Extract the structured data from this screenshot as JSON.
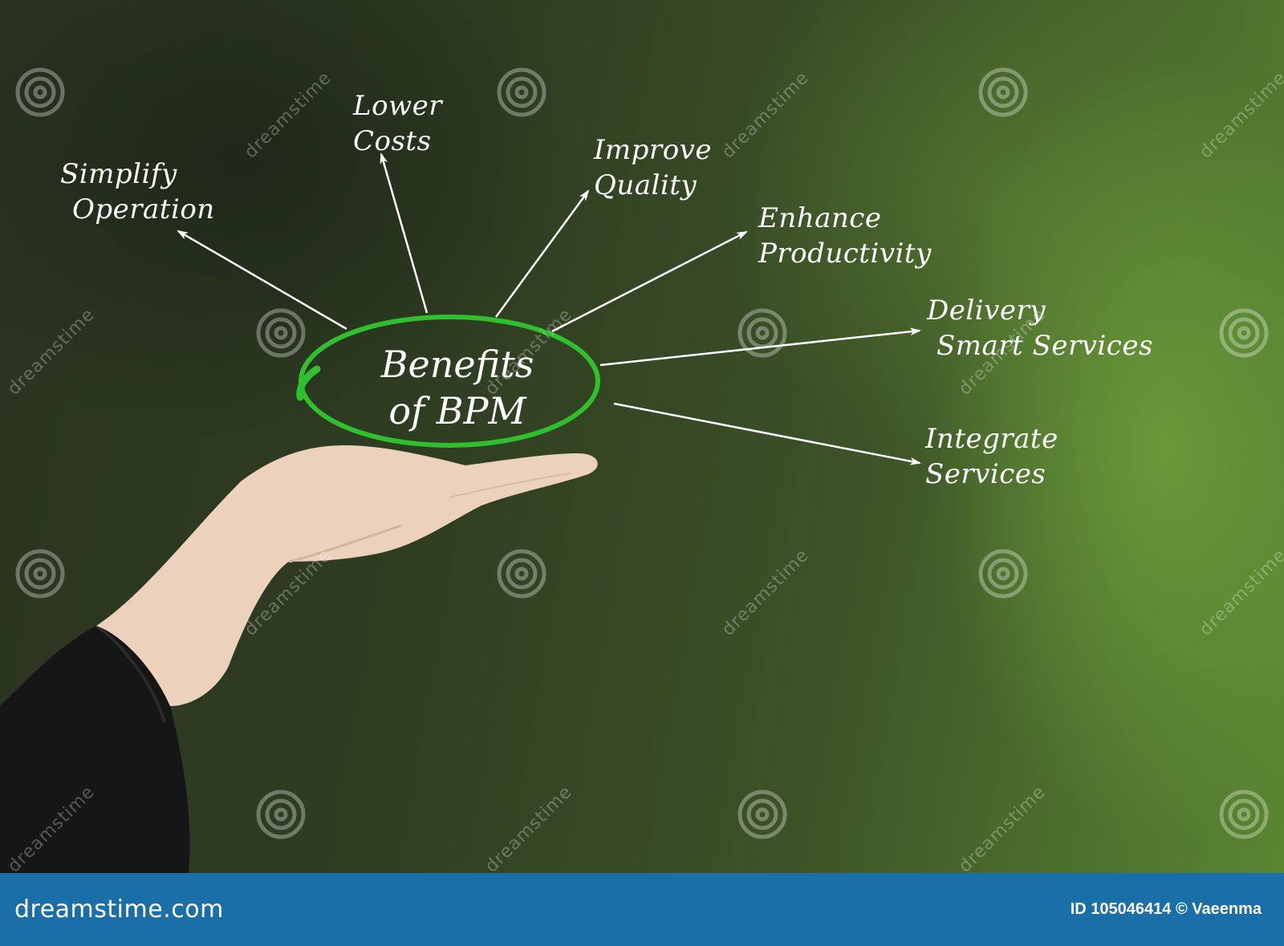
{
  "diagram": {
    "center": {
      "line1": "Benefits",
      "line2": "of BPM",
      "ring_color": "#2fbf2f"
    },
    "benefits": [
      {
        "line1": "Simplify",
        "line2": "Operation"
      },
      {
        "line1": "Lower",
        "line2": "Costs"
      },
      {
        "line1": "Improve",
        "line2": "Quality"
      },
      {
        "line1": "Enhance",
        "line2": "Productivity"
      },
      {
        "line1": "Delivery",
        "line2": "Smart Services"
      },
      {
        "line1": "Integrate",
        "line2": "Services"
      }
    ],
    "arrow_color": "#ffffff"
  },
  "watermark": {
    "text": "dreamstime"
  },
  "footer": {
    "logo": "dreamstime.com",
    "id_text": "ID 105046414 © Vaeenma",
    "background": "#1a6fa8"
  }
}
